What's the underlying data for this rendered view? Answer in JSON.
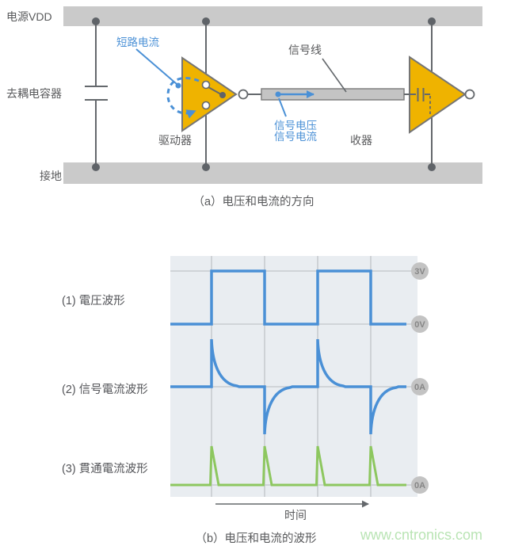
{
  "page": {
    "background": "#ffffff"
  },
  "circuit": {
    "power_label": "电源VDD",
    "ground_label": "接地",
    "decoupling_cap_label": "去耦电容器",
    "short_circuit_label": "短路电流",
    "driver_label": "驱动器",
    "signal_line_label": "信号线",
    "signal_voltage_label": "信号电压",
    "signal_current_label": "信号电流",
    "receiver_label": "收器",
    "caption": "（a）电压和电流的方向"
  },
  "waveforms": {
    "row1_label": "(1) 電圧波形",
    "row2_label": "(2) 信号電流波形",
    "row3_label": "(3) 貫通電流波形",
    "badges": {
      "v_high": "3V",
      "v_low": "0V",
      "i_signal": "0A",
      "i_through": "0A"
    },
    "time_label": "时间",
    "caption": "（b）电压和电流的波形"
  },
  "watermark": "www.cntronics.com",
  "colors": {
    "accent_blue": "#4a90d6",
    "accent_yellow": "#efb300",
    "accent_green": "#8dc75f",
    "rail_gray": "#cacaca",
    "line_gray": "#64686c",
    "chart_bg": "#e9edf1",
    "grid_gray": "#c6cace",
    "badge_gray": "#c3c3c3",
    "watermark_green": "#b9e4b4"
  },
  "chart_data": {
    "type": "line",
    "title": "（b）电压和电流的波形",
    "xlabel": "时间",
    "x_axis": {
      "unit": "time (grid periods)",
      "gridlines_at": [
        1,
        2,
        3,
        4
      ],
      "range": [
        0,
        4.65
      ],
      "grid": true
    },
    "series": [
      {
        "name": "(1) 電圧波形",
        "type": "square",
        "unit": "V",
        "levels": {
          "high": "3V",
          "low": "0V"
        },
        "points": [
          [
            0,
            0
          ],
          [
            1,
            0
          ],
          [
            1,
            3
          ],
          [
            2,
            3
          ],
          [
            2,
            0
          ],
          [
            3,
            0
          ],
          [
            3,
            3
          ],
          [
            4,
            3
          ],
          [
            4,
            0
          ],
          [
            4.65,
            0
          ]
        ]
      },
      {
        "name": "(2) 信号電流波形",
        "type": "exponential-decay-spikes",
        "unit": "A",
        "baseline": "0A",
        "spikes": [
          {
            "x": 1,
            "polarity": "positive"
          },
          {
            "x": 2,
            "polarity": "negative"
          },
          {
            "x": 3,
            "polarity": "positive"
          },
          {
            "x": 4,
            "polarity": "negative"
          }
        ]
      },
      {
        "name": "(3) 貫通電流波形",
        "type": "triangular-spikes",
        "unit": "A",
        "baseline": "0A",
        "spikes": [
          {
            "x": 1,
            "polarity": "positive"
          },
          {
            "x": 2,
            "polarity": "positive"
          },
          {
            "x": 3,
            "polarity": "positive"
          },
          {
            "x": 4,
            "polarity": "positive"
          }
        ]
      }
    ],
    "legend_position": "left-of-plot",
    "background": "#e9edf1"
  }
}
